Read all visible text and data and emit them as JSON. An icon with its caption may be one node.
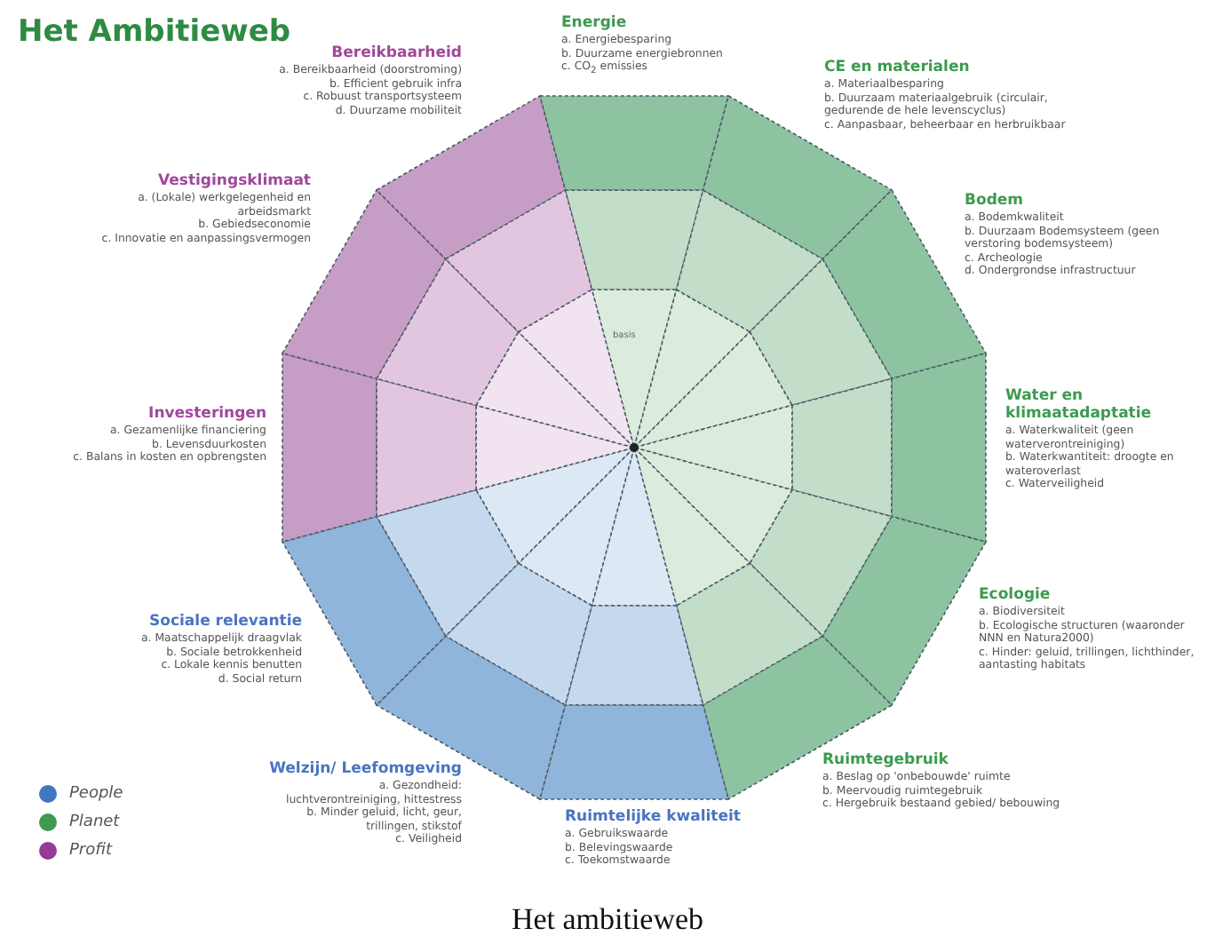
{
  "diagram": {
    "title": "Het Ambitieweb",
    "caption": "Het ambitieweb",
    "nodes": [
      {
        "text": [
          "Energie",
          "a. Energiebesparing",
          "b. Duurzame energiebronnen",
          "c. CO$_{2}$ emissies"
        ]
      },
      {
        "text": [
          "CE en materialen",
          "a. Materiaalbesparing",
          "b. Duurzaam materiaalgebruik (circulair, gedurende de hele levenscyclus)",
          "c. Aanpasbaar, beheerbaar en herbruikbaar"
        ]
      },
      {
        "text": [
          "Bodem",
          "a. Bodemkwaliteit",
          "b. Duurzaam Bodemsysteem (geen verstoring bodemsysteem)",
          "c. Archeologie",
          "d. Ondergrondse infrastructuur"
        ]
      },
      {
        "text": [
          "Water en klimaatadaptatie",
          "a. Waterkwaliteit (geen waterverontreiniging)",
          "b. Waterkwantiteit: droogte en wateroverlast",
          "c. Waterveiligheid"
        ]
      },
      {
        "text": [
          "Ecologie",
          "a. Biodiversiteit",
          "b. Ecologische structuren (waaronder NNN en Natura2000)",
          "c. Hinder: geluid, trillingen, lichthinder, aantasting habitats"
        ]
      },
      {
        "text": [
          "Ruimtegebruik",
          "a. Beslag op 'onbebouwde' ruimte",
          "b. Meervoudig ruimtegebruik",
          "c. Hergebruik bestaand gebied/ bebouwing"
        ]
      },
      {
        "text": [
          "Ruimtelijke kwaliteit",
          "a. Gebruikswaarde",
          "b. Belevingswaarde",
          "c. Toekomstwaarde"
        ]
      },
      {
        "text": [
          "Welzijn/ Leefomgeving",
          "a. Gezondheid: luchtverontreiniging, hittestress",
          "b. Minder geluid, licht, geur, trillingen, stikstof",
          "c. Veiligheid"
        ]
      },
      {
        "text": [
          "Sociale relevantie",
          "a. Maatschappelijk draagvlak",
          "b. Sociale betrokkenheid",
          "c. Lokale kennis benutten",
          "d. Social return"
        ]
      },
      {
        "text": [
          "Investeringen",
          "a. Gezamenlijke financiering",
          "b. Levensduurkosten",
          "c. Balans in kosten en opbrengsten"
        ]
      },
      {
        "text": [
          "Vestigingsklimaat",
          "a. (Lokale) werkgelegenheid en arbeidsmarkt",
          "b. Gebiedseconomie",
          "c. Innovatie en aanpassingsvermogen"
        ]
      },
      {
        "text": [
          "Bereikbaarheid",
          "a. Bereikbaarheid (doorstroming)",
          "b. Efficient gebruik infra",
          "c. Robuust transportsysteem",
          "d. Duurzame mobiliteit"
        ]
      }
    ],
    "labels": [
      "basis"
    ],
    "legend": [
      {
        "text": "People",
        "color": "#3f78c0"
      },
      {
        "text": "Planet",
        "color": "#3d9a50"
      },
      {
        "text": "Profit",
        "color": "#963a93"
      }
    ]
  }
}
